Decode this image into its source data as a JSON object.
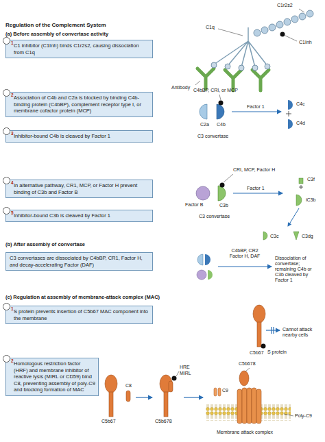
{
  "diagram": {
    "title": "Regulation of the Complement System",
    "nodes": [
      {
        "text": [
          "C1 inhibitor (C1Inh) binds C1r2s2, causing dissociation from C1q"
        ]
      },
      {
        "text": [
          "1"
        ],
        "in": 0
      },
      {
        "text": [
          "Association of C4b and C2a is blocked by binding C4b-binding protein (C4bBP), complement receptor type I, or membrane cofactor protein (MCP)"
        ]
      },
      {
        "text": [
          "2"
        ],
        "in": 2
      },
      {
        "text": [
          "Inhibitor-bound C4b is cleaved by Factor 1"
        ]
      },
      {
        "text": [
          "3"
        ],
        "in": 4
      },
      {
        "text": [
          "In alternative pathway, CR1, MCP, or Factor H prevent binding of C3b and Factor B"
        ]
      },
      {
        "text": [
          "4"
        ],
        "in": 6
      },
      {
        "text": [
          "Inhibitor-bound C3b is cleaved by Factor 1"
        ]
      },
      {
        "text": [
          "5"
        ],
        "in": 8
      },
      {
        "text": [
          "C3 convertases are dissociated by C4bBP, CR1, Factor H, and decay-accelerating Factor (DAF)"
        ]
      },
      {
        "text": [
          "S protein prevents insertion of C5b67 MAC component into the membrane"
        ]
      },
      {
        "text": [
          "1"
        ],
        "in": 11
      },
      {
        "text": [
          "Homologous restriction factor (HRF) and membrane inhibitor of reactive lysis (MIRL or CD59) bind C8, preventing assembly of poly-C9 and blocking formation of MAC"
        ]
      },
      {
        "text": [
          "2"
        ],
        "in": 13
      }
    ],
    "labels": [
      "(a) Before assembly of convertase activity",
      "(b) After assembly of convertase",
      "(c) Regulation at assembly of membrane-attack complex (MAC)",
      "C1r2s2",
      "C1q",
      "C1Inh",
      "Antibody",
      "C4bBP, CRI, or MCP",
      "Factor 1",
      "C4c",
      "C4d",
      "C2a",
      "C4b",
      "C3 convertase",
      "CRI, MCP, Factor H",
      "Factor 1",
      "C3f",
      "iC3b",
      "Factor B",
      "C3b",
      "C3 convertase",
      "C3c",
      "C3dg",
      "C4bBP, CR2 Factor H, DAF",
      "Dissociation of convertase; remaining C4b or C3b cleaved by Factor 1",
      "Cannot attack nearby cells",
      "S protein",
      "C5b67",
      "C8",
      "C5b67",
      "HRE",
      "MIRL",
      "C5b678",
      "C9",
      "C5b678",
      "Poly-C9",
      "Membrane attack complex"
    ]
  }
}
